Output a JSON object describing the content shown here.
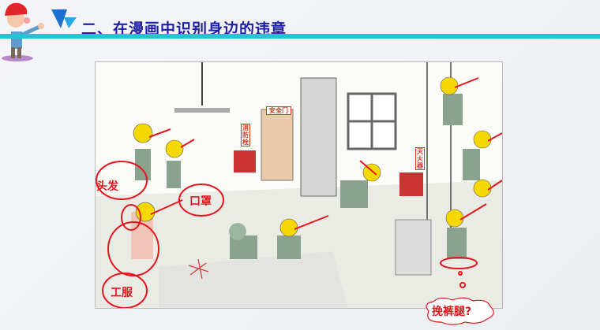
{
  "slide": {
    "title": "二、在漫画中识别身边的违章"
  },
  "illustration": {
    "labels": {
      "hair": "头发",
      "mask": "口罩",
      "workwear": "工服",
      "rolled_trousers": "挽裤腿?"
    },
    "signs": {
      "safety_door": "安全门",
      "hydrant": "消防栓",
      "extinguisher": "灭火器"
    }
  },
  "colors": {
    "accent_bar": "#1fc6d3",
    "title": "#1d1fa8",
    "annotation": "#e8141c",
    "helmet": "#f5d800"
  }
}
